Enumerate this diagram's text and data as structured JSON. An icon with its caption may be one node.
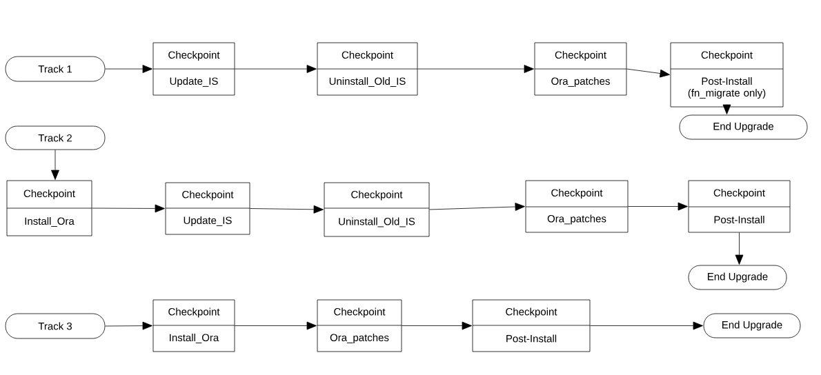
{
  "diagram": {
    "nodes": [
      {
        "text": [
          "Track 1"
        ]
      },
      {
        "text": [
          "Checkpoint",
          "Update_IS"
        ]
      },
      {
        "text": [
          "Checkpoint",
          "Uninstall_Old_IS"
        ]
      },
      {
        "text": [
          "Checkpoint",
          "Ora_patches"
        ]
      },
      {
        "text": [
          "Checkpoint",
          "Post-Install (fn_migrate only)"
        ]
      },
      {
        "text": [
          "End Upgrade"
        ]
      },
      {
        "text": [
          "Track 2"
        ]
      },
      {
        "text": [
          "Checkpoint",
          "Install_Ora"
        ]
      },
      {
        "text": [
          "Checkpoint",
          "Update_IS"
        ]
      },
      {
        "text": [
          "Checkpoint",
          "Uninstall_Old_IS"
        ]
      },
      {
        "text": [
          "Checkpoint",
          "Ora_patches"
        ]
      },
      {
        "text": [
          "Checkpoint",
          "Post-Install"
        ]
      },
      {
        "text": [
          "End Upgrade"
        ]
      },
      {
        "text": [
          "Track 3"
        ]
      },
      {
        "text": [
          "Checkpoint",
          "Install_Ora"
        ]
      },
      {
        "text": [
          "Checkpoint",
          "Ora_patches"
        ]
      },
      {
        "text": [
          "Checkpoint",
          "Post-Install"
        ]
      },
      {
        "text": [
          "End Upgrade"
        ]
      }
    ],
    "edges": [
      {
        "from": 0,
        "to": 1,
        "arrow": "to"
      },
      {
        "from": 1,
        "to": 2,
        "arrow": "to"
      },
      {
        "from": 2,
        "to": 3,
        "arrow": "to"
      },
      {
        "from": 3,
        "to": 4,
        "arrow": "to"
      },
      {
        "from": 4,
        "to": 5,
        "arrow": "to"
      },
      {
        "from": 6,
        "to": 7,
        "arrow": "to"
      },
      {
        "from": 7,
        "to": 8,
        "arrow": "to"
      },
      {
        "from": 8,
        "to": 9,
        "arrow": "to"
      },
      {
        "from": 9,
        "to": 10,
        "arrow": "to"
      },
      {
        "from": 10,
        "to": 11,
        "arrow": "to"
      },
      {
        "from": 11,
        "to": 12,
        "arrow": "to"
      },
      {
        "from": 13,
        "to": 14,
        "arrow": "to"
      },
      {
        "from": 14,
        "to": 15,
        "arrow": "to"
      },
      {
        "from": 15,
        "to": 16,
        "arrow": "to"
      },
      {
        "from": 16,
        "to": 17,
        "arrow": "to"
      }
    ]
  }
}
